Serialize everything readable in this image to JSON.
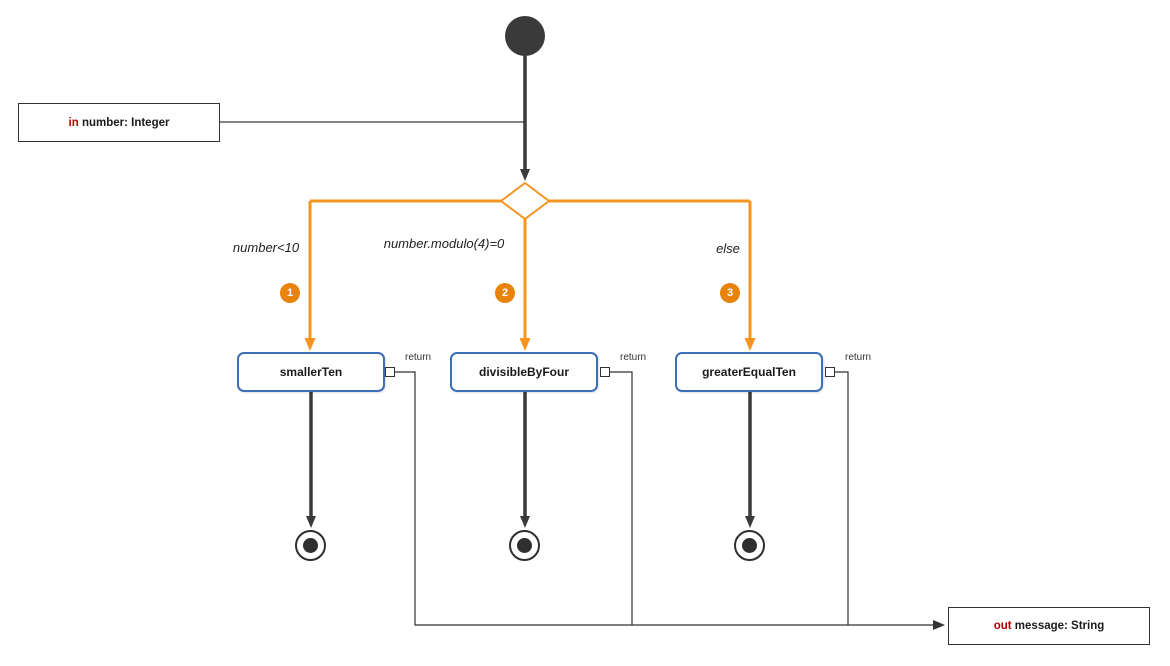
{
  "diagram": {
    "input_param": {
      "keyword": "in",
      "text": "number: Integer"
    },
    "output_param": {
      "keyword": "out",
      "text": "message: String"
    },
    "branches": [
      {
        "guard": "number<10",
        "order": "1",
        "action": "smallerTen",
        "pin_label": "return"
      },
      {
        "guard": "number.modulo(4)=0",
        "order": "2",
        "action": "divisibleByFour",
        "pin_label": "return"
      },
      {
        "guard": "else",
        "order": "3",
        "action": "greaterEqualTen",
        "pin_label": "return"
      }
    ],
    "colors": {
      "flow_dark": "#3A3A3A",
      "branch_orange": "#F5941F",
      "badge_orange": "#E8830C",
      "action_border_blue": "#3B6FB6",
      "keyword_red": "#B20000"
    }
  }
}
